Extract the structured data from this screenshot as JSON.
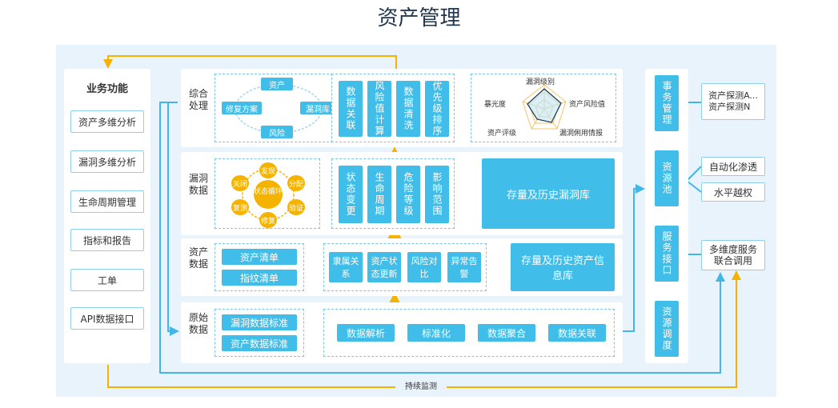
{
  "title": "资产管理",
  "business": {
    "heading": "业务功能",
    "items": [
      "资产多维分析",
      "漏洞多维分析",
      "生命周期管理",
      "指标和报告",
      "工单",
      "API数据接口"
    ]
  },
  "rows": {
    "comprehensive": {
      "label": "综合处理",
      "cycle": {
        "top": "资产",
        "left": "修复方案",
        "right": "漏洞库",
        "bottom": "风险"
      },
      "steps": [
        "数据关联",
        "风险值计算",
        "数据清洗",
        "优先级排序"
      ],
      "radar": {
        "top": "漏洞级别",
        "left": "暴光度",
        "right": "资产风险值",
        "bottom_left": "资产评级",
        "bottom_right": "漏洞俐用情报"
      }
    },
    "vuln": {
      "label": "漏洞数据",
      "cycle": {
        "center": "状态循环",
        "n1": "发现",
        "n2": "分配",
        "n3": "验证",
        "n4": "修复",
        "n5": "复测",
        "n6": "关闭"
      },
      "steps": [
        "状态变更",
        "生命周期",
        "危险等级",
        "影响范围"
      ],
      "store": "存量及历史漏洞库"
    },
    "asset": {
      "label": "资产数据",
      "lists": [
        "资产清单",
        "指纹清单"
      ],
      "steps": [
        "隶属关系",
        "资产状态更新",
        "风险对比",
        "异常告警"
      ],
      "store": "存量及历史资产信息库"
    },
    "raw": {
      "label": "原始数据",
      "lists": [
        "漏洞数据标准",
        "资产数据标准"
      ],
      "steps": [
        "数据解析",
        "标准化",
        "数据聚合",
        "数据关联"
      ]
    }
  },
  "right_col": [
    "事务管理",
    "资源池",
    "服务接口",
    "资源调度"
  ],
  "right_items": {
    "scan": "资产探测A...\n资产探测N",
    "auto": "自动化渗透",
    "horizontal": "水平越权",
    "service": "多维度服务\n联合调用"
  },
  "bottom_label": "持续监测",
  "colors": {
    "accent": "#40bde8",
    "arrow": "#f5b300",
    "line": "#43b6e6",
    "panel": "#e8f3fb"
  }
}
